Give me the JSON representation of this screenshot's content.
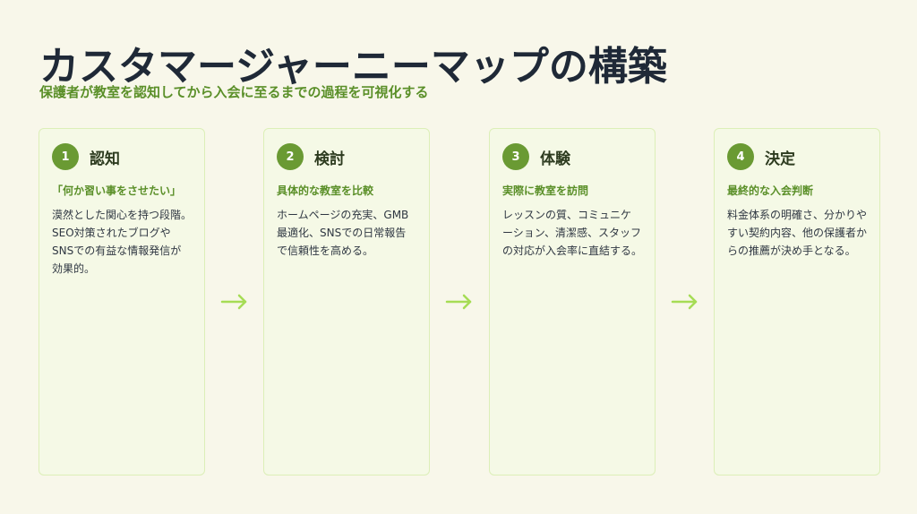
{
  "header": {
    "title": "カスタマージャーニーマップの構築",
    "subtitle": "保護者が教室を認知してから入会に至るまでの過程を可視化する"
  },
  "steps": [
    {
      "number": "1",
      "title": "認知",
      "subtitle": "「何か習い事をさせたい」",
      "description": "漠然とした関心を持つ段階。SEO対策されたブログやSNSでの有益な情報発信が効果的。"
    },
    {
      "number": "2",
      "title": "検討",
      "subtitle": "具体的な教室を比較",
      "description": "ホームページの充実、GMB最適化、SNSでの日常報告で信頼性を高める。"
    },
    {
      "number": "3",
      "title": "体験",
      "subtitle": "実際に教室を訪問",
      "description": "レッスンの質、コミュニケーション、清潔感、スタッフの対応が入会率に直結する。"
    },
    {
      "number": "4",
      "title": "決定",
      "subtitle": "最終的な入会判断",
      "description": "料金体系の明確さ、分かりやすい契約内容、他の保護者からの推薦が決め手となる。"
    }
  ],
  "colors": {
    "background": "#f8f7ea",
    "accent": "#5a8f28",
    "step_badge": "#6a9a33",
    "arrow": "#a6dc55",
    "card_border": "#dcefb8"
  },
  "icons": {
    "connector": "arrow-right-icon"
  }
}
